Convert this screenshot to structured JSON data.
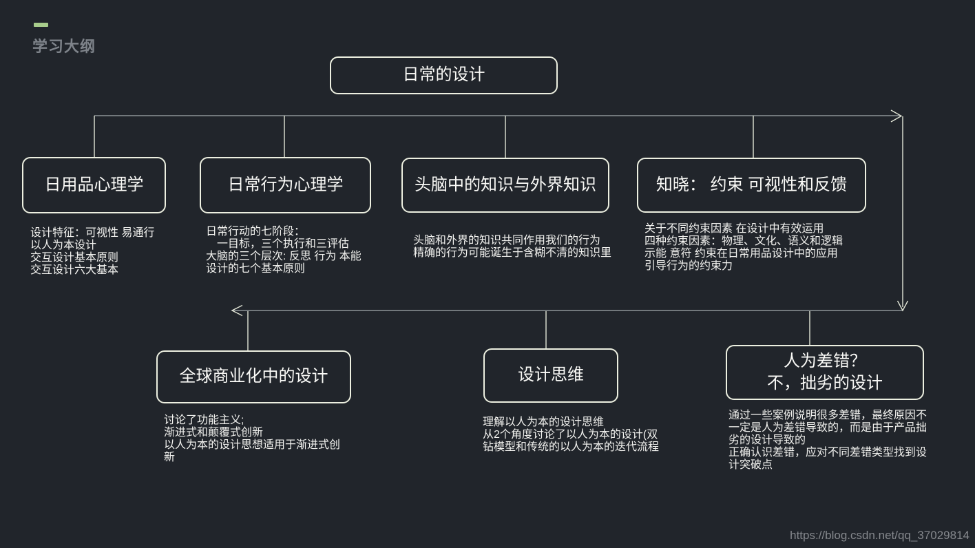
{
  "header": {
    "title": "学习大纲"
  },
  "root_node": {
    "title": "日常的设计"
  },
  "nodes_top": [
    {
      "title": "日用品心理学",
      "desc": "设计特征：可视性 易通行\n以人为本设计\n交互设计基本原则\n交互设计六大基本"
    },
    {
      "title": "日常行为心理学",
      "desc": "日常行动的七阶段：\n　一目标，三个执行和三评估\n大脑的三个层次: 反思 行为 本能\n设计的七个基本原则"
    },
    {
      "title": "头脑中的知识与外界知识",
      "desc": "头脑和外界的知识共同作用我们的行为\n精确的行为可能诞生于含糊不清的知识里"
    },
    {
      "title": "知晓： 约束 可视性和反馈",
      "desc": "关于不同约束因素 在设计中有效运用\n四种约束因素：物理、文化、语义和逻辑\n示能 意符 约束在日常用品设计中的应用\n引导行为的约束力"
    }
  ],
  "nodes_bottom": [
    {
      "title": "全球商业化中的设计",
      "desc": "讨论了功能主义;\n渐进式和颠覆式创新\n以人为本的设计思想适用于渐进式创\n新"
    },
    {
      "title": "设计思维",
      "desc": "理解以人为本的设计思维\n从2个角度讨论了以人为本的设计(双\n钻模型和传统的以人为本的迭代流程"
    },
    {
      "title": "人为差错？\n不，拙劣的设计",
      "desc": "通过一些案例说明很多差错，最终原因不\n一定是人为差错导致的，而是由于产品拙\n劣的设计导致的\n正确认识差错，应对不同差错类型找到设\n计突破点"
    }
  ],
  "footer": {
    "watermark": "https://blog.csdn.net/qq_37029814"
  },
  "colors": {
    "background": "#21252b",
    "box_border": "#edf0e1",
    "connector_gray": "#8e9397",
    "connector_cream": "#e2e6d7",
    "accent_green": "#a8cd8c",
    "heading_gray": "#7e838a",
    "text_white": "#f2f2ef"
  }
}
